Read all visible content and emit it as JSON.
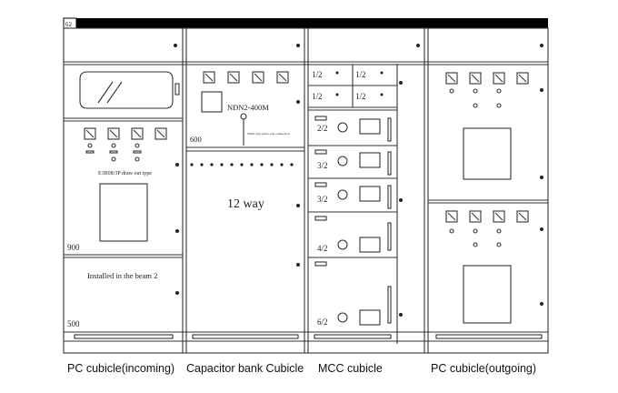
{
  "corner_tag": "62",
  "cubicles": [
    {
      "id": "pc-incoming",
      "caption": "PC cubicle(incoming)",
      "breaker_label": "E1B08/3P draw out type",
      "height_900": "900",
      "note_beam": "Installed in the beam 2",
      "height_500": "500"
    },
    {
      "id": "capacitor",
      "caption": "Capacitor bank Cubicle",
      "switch_label": "NDN2-400M",
      "fine_print": "Smart type photo rear connection",
      "height_600": "600",
      "ways_label": "12 way"
    },
    {
      "id": "mcc",
      "caption": "MCC cubicle",
      "small_drawers": [
        "1/2",
        "1/2",
        "1/2",
        "1/2"
      ],
      "drawers": [
        "2/2",
        "3/2",
        "3/2",
        "4/2",
        "6/2"
      ]
    },
    {
      "id": "pc-outgoing",
      "caption": "PC cubicle(outgoing)"
    }
  ],
  "colors": {
    "line": "#333333",
    "bar": "#000000",
    "bg": "#ffffff"
  }
}
